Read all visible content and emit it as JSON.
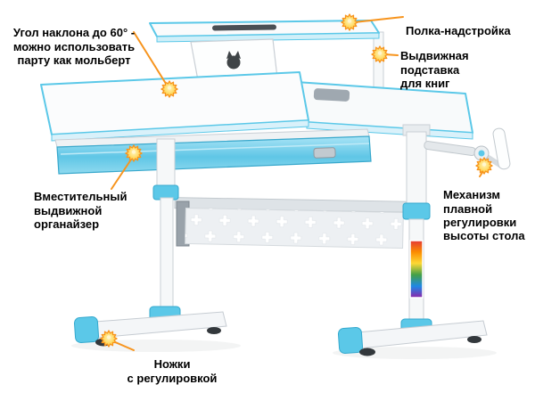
{
  "callouts": {
    "tilt_angle": {
      "text": "Угол наклона до 60° -\nможно использовать\nпарту как мольберт"
    },
    "top_shelf": {
      "text": "Полка-надстройка"
    },
    "book_stand": {
      "text": "Выдвижная\nподставка\nдля книг"
    },
    "organizer": {
      "text": "Вместительный\nвыдвижной\nорганайзер"
    },
    "height_mechanism": {
      "text": "Механизм\nплавной\nрегулировки\nвысоты стола"
    },
    "adjustable_feet": {
      "text": "Ножки\nс регулировкой"
    }
  },
  "colors": {
    "callout_line_orange": "#F7941D",
    "marker_yellow": "#FFC20E",
    "desk_accent_blue": "#5BC8E8",
    "text_black": "#000000",
    "background_white": "#FFFFFF"
  }
}
